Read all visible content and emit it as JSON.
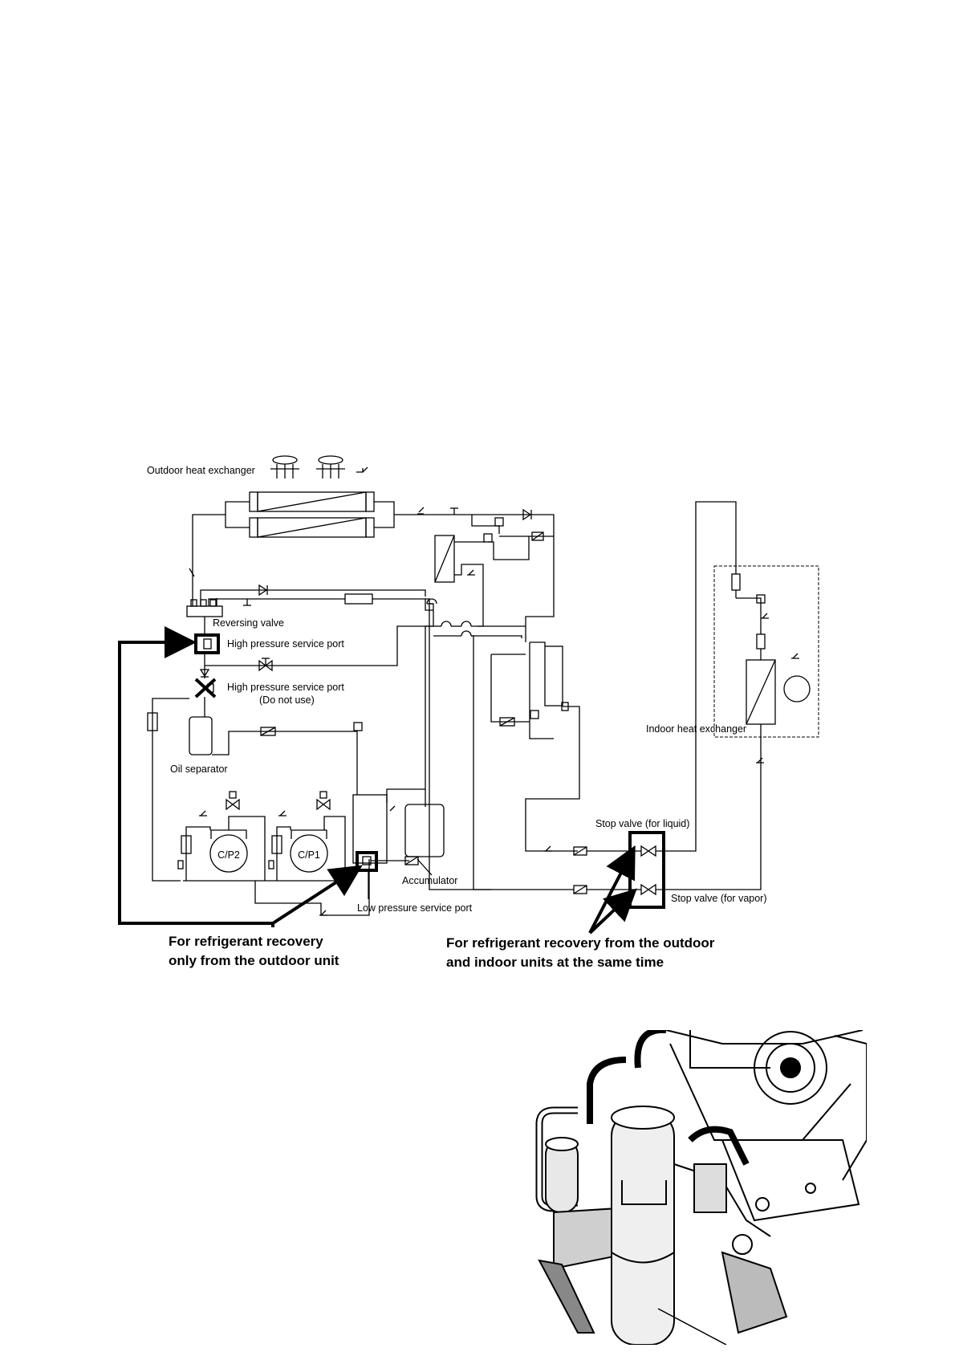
{
  "diagram": {
    "labels": {
      "outdoor_hx": "Outdoor heat exchanger",
      "reversing_valve": "Reversing valve",
      "hp_port": "High pressure service port",
      "hp_port_2": "High pressure service port",
      "do_not_use": "(Do not use)",
      "oil_separator": "Oil separator",
      "cp2": "C/P2",
      "cp1": "C/P1",
      "accumulator": "Accumulator",
      "lp_port": "Low pressure service port",
      "indoor_hx": "Indoor heat exchanger",
      "stop_liquid": "Stop valve (for liquid)",
      "stop_vapor": "Stop valve (for vapor)"
    },
    "callouts": {
      "outdoor_only_1": "For refrigerant recovery",
      "outdoor_only_2": "only from the outdoor unit",
      "both_units_1": "For refrigerant recovery from the outdoor",
      "both_units_2": "and indoor units at the same time"
    }
  },
  "photo": {
    "subject": "compressor-assembly-illustration"
  }
}
